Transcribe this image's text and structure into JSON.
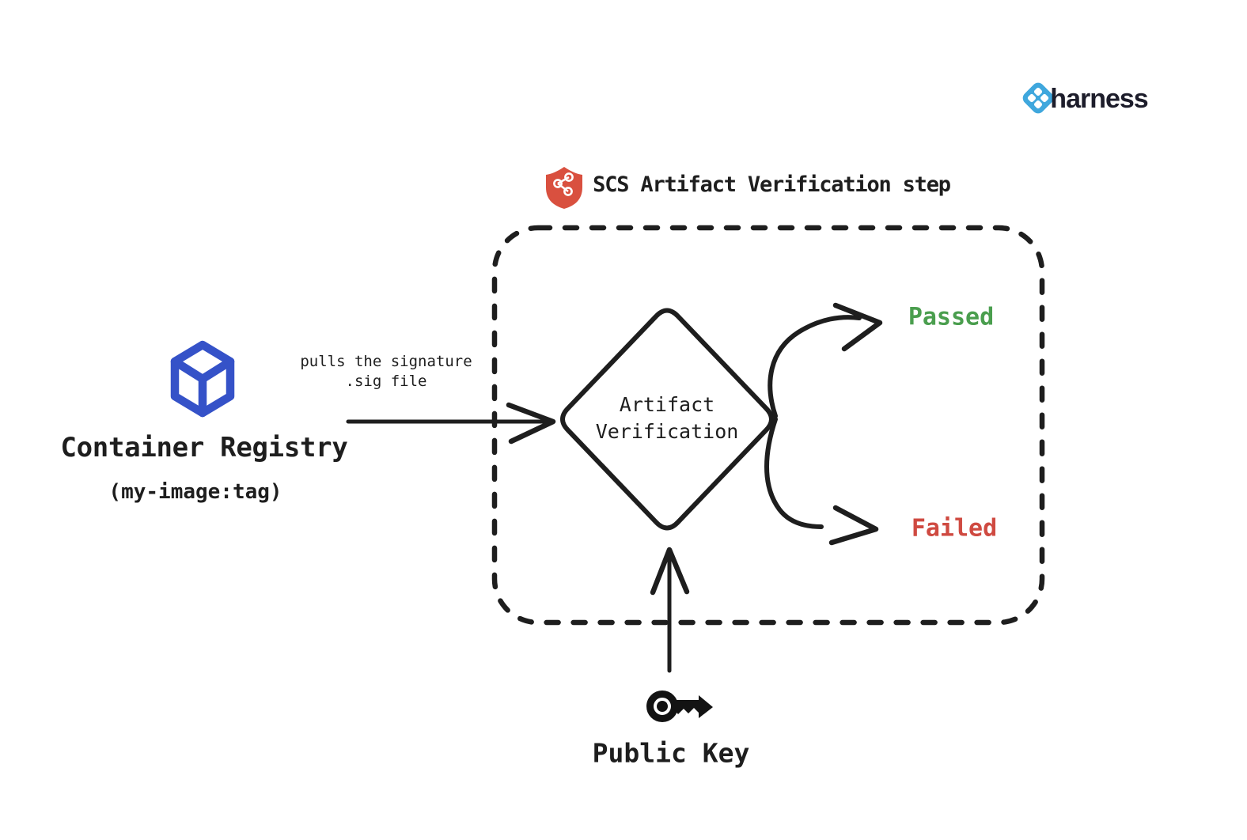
{
  "brand": {
    "name": "harness",
    "logo_icon": "harness-logo-icon",
    "logo_color": "#3FA7DD",
    "text_color": "#1D1D2B"
  },
  "step": {
    "title": "SCS Artifact Verification step",
    "icon": "shield-network-icon",
    "icon_color": "#D9503F"
  },
  "registry": {
    "label": "Container Registry",
    "sublabel": "(my-image:tag)",
    "icon": "cube-icon",
    "icon_color": "#3552C8"
  },
  "pull_edge": {
    "line1": "pulls the signature",
    "line2": ".sig file"
  },
  "decision": {
    "line1": "Artifact",
    "line2": "Verification"
  },
  "outcomes": {
    "passed": "Passed",
    "passed_color": "#4A9E4E",
    "failed": "Failed",
    "failed_color": "#CF4A41"
  },
  "public_key": {
    "label": "Public Key",
    "icon": "key-icon"
  },
  "colors": {
    "stroke": "#1E1E1E",
    "background": "#FFFFFF"
  }
}
